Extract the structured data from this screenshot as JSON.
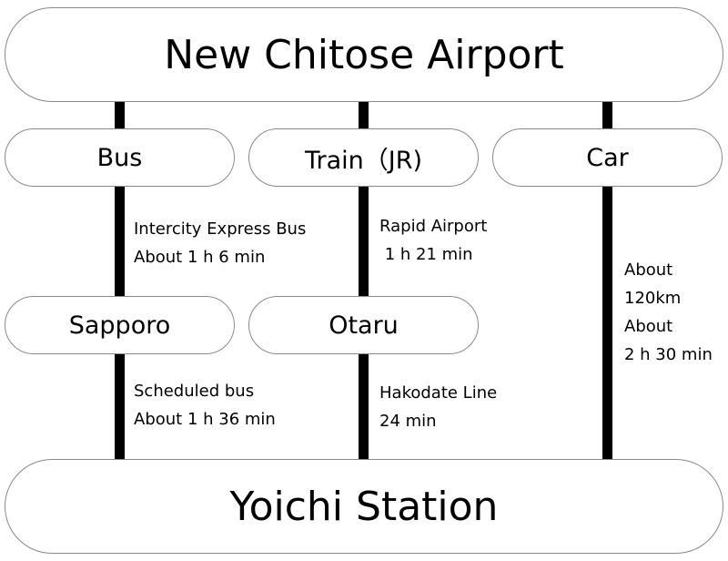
{
  "origin": "New Chitose Airport",
  "destination": "Yoichi Station",
  "modes": {
    "bus": "Bus",
    "train": "Train（JR)",
    "car": "Car"
  },
  "stops": {
    "sapporo": "Sapporo",
    "otaru": "Otaru"
  },
  "legs": {
    "bus_to_sapporo": [
      "Intercity Express Bus",
      "About 1 h 6 min"
    ],
    "train_to_otaru": [
      "Rapid Airport",
      " 1 h 21 min"
    ],
    "car_direct": [
      "About",
      "120km",
      "About",
      "2 h 30 min"
    ],
    "sapporo_to_yoichi": [
      "Scheduled bus",
      "About 1 h 36 min"
    ],
    "otaru_to_yoichi": [
      "Hakodate Line",
      "24 min"
    ]
  }
}
